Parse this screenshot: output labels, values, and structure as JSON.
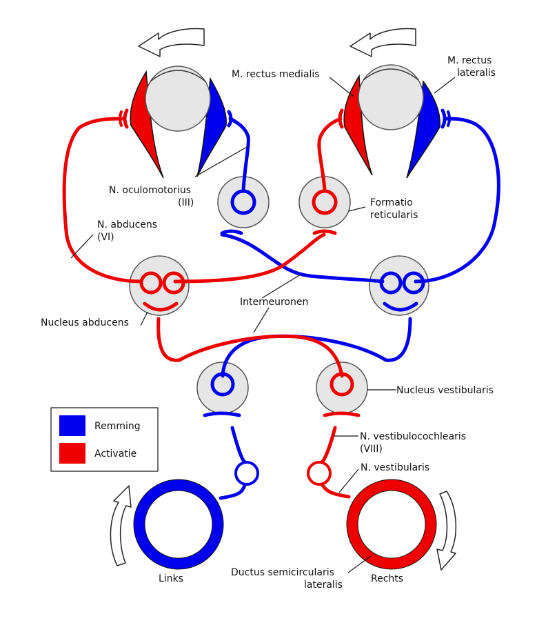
{
  "colors": {
    "inhibition": "#0000ee",
    "activation": "#ee0000",
    "nucleus_fill": "#e6e6e6",
    "outline": "#333333"
  },
  "labels": {
    "m_rectus_medialis": "M. rectus medialis",
    "m_rectus_lateralis_1": "M. rectus",
    "m_rectus_lateralis_2": "lateralis",
    "n_oculomotorius_1": "N. oculomotorius",
    "n_oculomotorius_2": "(III)",
    "formatio_1": "Formatio",
    "formatio_2": "reticularis",
    "n_abducens_1": "N. abducens",
    "n_abducens_2": "(VI)",
    "interneuronen": "Interneuronen",
    "nucleus_abducens": "Nucleus abducens",
    "nucleus_vestibularis": "Nucleus vestibularis",
    "n_vestibulocochlearis_1": "N. vestibulocochlearis",
    "n_vestibulocochlearis_2": "(VIII)",
    "n_vestibularis": "N. vestibularis",
    "links": "Links",
    "rechts": "Rechts",
    "ductus_1": "Ductus semicircularis",
    "ductus_2": "lateralis"
  },
  "legend": {
    "inhibition_label": "Remming",
    "activation_label": "Activatie"
  },
  "icons": {
    "rotation_arrows": "curved-arrow-icon",
    "eyes": "eyeball-icon"
  }
}
